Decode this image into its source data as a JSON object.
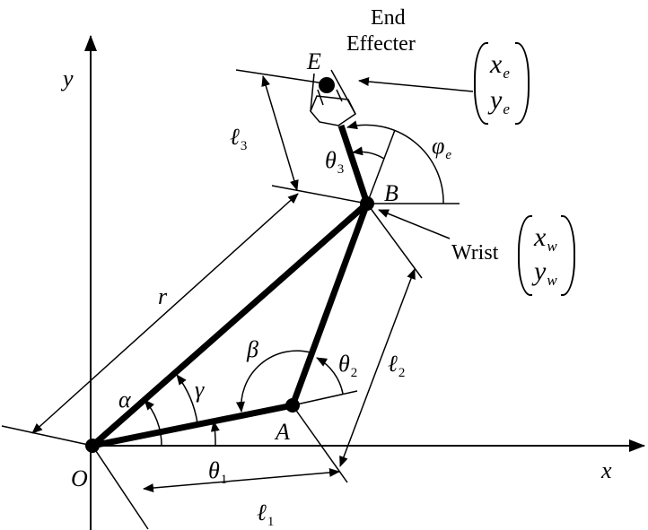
{
  "title": "Three-link planar manipulator geometry",
  "labels": {
    "end_effector_line1": "End",
    "end_effector_line2": "Effecter",
    "wrist": "Wrist",
    "point_e": "E",
    "point_b": "B",
    "point_a": "A",
    "point_o": "O",
    "axis_x": "x",
    "axis_y": "y",
    "r": "r",
    "alpha": "α",
    "beta": "β",
    "gamma": "γ",
    "theta1": "θ",
    "theta1_sub": "1",
    "theta2": "θ",
    "theta2_sub": "2",
    "theta3": "θ",
    "theta3_sub": "3",
    "phi_e": "φ",
    "phi_e_sub": "e",
    "l1": "ℓ",
    "l1_sub": "1",
    "l2": "ℓ",
    "l2_sub": "2",
    "l3": "ℓ",
    "l3_sub": "3"
  },
  "end_effector_vector": {
    "x": "x",
    "x_sub": "e",
    "y": "y",
    "y_sub": "e"
  },
  "wrist_vector": {
    "x": "x",
    "x_sub": "w",
    "y": "y",
    "y_sub": "w"
  },
  "colors": {
    "ink": "#000000",
    "background": "#ffffff"
  }
}
